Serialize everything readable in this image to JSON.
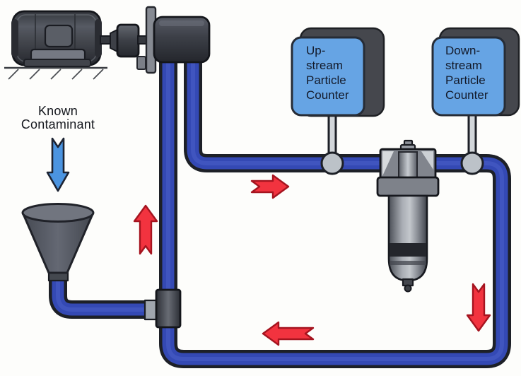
{
  "title": "Filter test circuit diagram",
  "labels": {
    "known_contaminant": "Known\nContaminant",
    "upstream_counter": "Up-\nstream\nParticle\nCounter",
    "downstream_counter": "Down-\nstream\nParticle\nCounter"
  },
  "flow_arrows": [
    {
      "direction": "down",
      "color": "blue",
      "meaning": "contaminant added to funnel"
    },
    {
      "direction": "up",
      "color": "red",
      "location": "left riser pipe"
    },
    {
      "direction": "right",
      "color": "red",
      "location": "top supply pipe"
    },
    {
      "direction": "down",
      "color": "red",
      "location": "right return pipe"
    },
    {
      "direction": "left",
      "color": "red",
      "location": "bottom return pipe"
    }
  ],
  "colors": {
    "background": "#fdfdfb",
    "pipe_fill": "#3449b4",
    "pipe_highlight": "#4b61c9",
    "pipe_outline": "#1d2027",
    "counter_fill": "#66a4e4",
    "counter_outline": "#262c36",
    "counter_shadow": "#45474d",
    "counter_text": "#131a2a",
    "arrow_red": "#f2333f",
    "arrow_red_outline": "#a5141f",
    "arrow_blue": "#4b94e0",
    "arrow_blue_outline": "#1d2433",
    "text_color": "#15181e"
  }
}
